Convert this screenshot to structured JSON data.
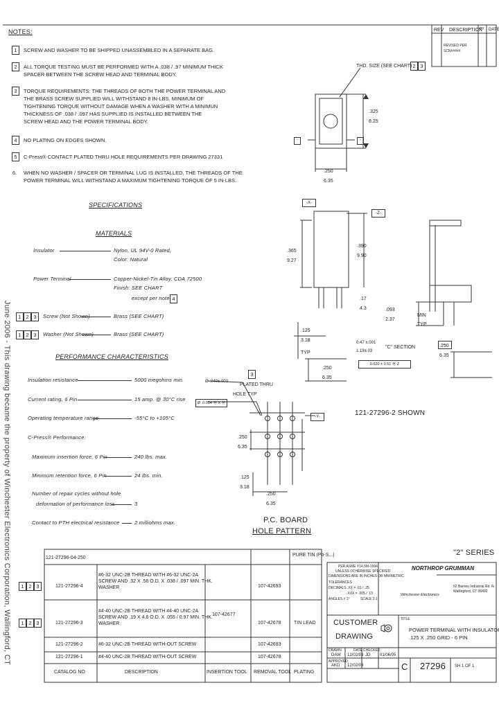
{
  "notes": {
    "heading": "NOTES:",
    "items": [
      {
        "num": "1",
        "lines": [
          "SCREW AND WASHER TO BE SHIPPED UNASSEMBLED IN A SEPARATE BAG."
        ]
      },
      {
        "num": "2",
        "lines": [
          "ALL TORQUE TESTING MUST BE PERFORMED WITH A .038 / .97 MINIMUM THICK",
          "SPACER BETWEEN THE SCREW HEAD AND TERMINAL BODY."
        ]
      },
      {
        "num": "3",
        "lines": [
          "TORQUE REQUIREMENTS:  THE THREADS OF BOTH THE POWER TERMINAL AND",
          "THE BRASS SCREW SUPPLIED WILL WITHSTAND 8 IN-LBS. MINIMUM OF",
          "TIGHTENING TORQUE WITHOUT DAMAGE WHEN A WASHER WITH A MINIMUN",
          "THICKNESS OF .038 / .097 HAS SUPPLIED IS INSTALLED BETWEEN THE",
          "SCREW HEAD AND THE POWER TERMINAL BODY."
        ]
      },
      {
        "num": "4",
        "lines": [
          "NO PLATING ON EDGES SHOWN."
        ]
      },
      {
        "num": "5",
        "lines": [
          "C-Press® CONTACT PLATED THRU HOLE REQUIREMENTS PER DRAWING 27331"
        ]
      },
      {
        "num": "6.",
        "lines": [
          "WHEN NO WASHER / SPACER OR TERMINAL LUG IS INSTALLED, THE THREADS OF THE",
          "POWER TERMINAL WILL WITHSTAND A MAXIMUM TIGHTENING TORQUE OF 5 IN-LBS."
        ]
      }
    ]
  },
  "rev_block": {
    "rev": "REV",
    "description": "DESCRIPTION",
    "by": "BY",
    "date": "DATE",
    "row_desc_1": "REVISED PER",
    "row_desc_2": "SCN#####"
  },
  "specs": {
    "title": "SPECIFICATIONS",
    "materials_title": "MATERIALS",
    "insulator_label": "Insulator",
    "insulator_value_1": "Nylon, UL 94V-0 Rated,",
    "insulator_value_2": "Color: Natural",
    "terminal_label": "Power Terminal",
    "terminal_value_1": "Copper-Nickel-Tin Alloy, CDA 72500",
    "terminal_value_2": "Finish: SEE CHART",
    "terminal_value_3": "except per note",
    "terminal_note_ref": "4",
    "screw_label": "Screw (Not Shown)",
    "screw_value": "Brass (SEE CHART)",
    "washer_label": "Washer (Not Shown)",
    "washer_value": "Brass (SEE CHART)",
    "ref1": "1",
    "ref2": "2",
    "ref3": "3"
  },
  "performance": {
    "title": "PERFORMANCE CHARACTERISTICS",
    "insulation_label": "Insulation resistance",
    "insulation_value": "5000 megohms min.",
    "current_label": "Current rating, 6 Pin",
    "current_value": "15 amp. @ 30°C rise",
    "temp_label": "Operating temperature range",
    "temp_value": "-55°C to +105°C",
    "cpress_label": "C-Press® Performance:",
    "insertion_label": "Maximum insertion force, 6 Pin",
    "insertion_value": "240 lbs. max.",
    "retention_label": "Minimum retention force, 6 Pin",
    "retention_value": "24 lbs. min.",
    "repair_label_1": "Number of repair cycles without hole",
    "repair_label_2": "deformation of performance loss",
    "repair_value": "3",
    "contact_label": "Contact to PTH electrical resistance",
    "contact_value": "2 milliohms max."
  },
  "drawing": {
    "thd_size": "THD. SIZE (SEE CHART)",
    "thd_ref1": "2",
    "thd_ref2": "3",
    "dim_325": ".325",
    "dim_825": "8.25",
    "dim_250": ".250",
    "dim_635": "6.35",
    "datum_x": "-X-",
    "datum_z": "-Z-",
    "datum_y": "-Y-",
    "dim_365": ".365",
    "dim_927": "9.27",
    "dim_390": ".390",
    "dim_990": "9.90",
    "dim_17": ".17",
    "dim_43": "4.3",
    "dim_093": ".093",
    "dim_237": "2.37",
    "min": "MIN",
    "typ": "TYP",
    "dim_125": ".125",
    "dim_318": "3.18",
    "dim_250b": ".250",
    "dim_635b": "6.35",
    "section_dim_1": "0.47 ±.001",
    "section_dim_2": "1.19±.03",
    "section_label": "\"C\" SECTION",
    "tol_box": "0.020 ± 0.51 Ⓜ Z",
    "dim_250c": ".250",
    "dim_635c": "6.35",
    "pth_label_1": "PLATED THRU",
    "pth_label_2": "HOLE TYP",
    "pth_ref": "3",
    "pth_dim": "Ø .040±.003",
    "pth_tol": "Ø .0.004 Ⓜ X Ⓜ",
    "shown_label": "121-27296-2 SHOWN",
    "pcb_dim_250": ".250",
    "pcb_dim_635": "6.35",
    "pcb_dim_125": ".125",
    "pcb_dim_318": "3.18",
    "pcb_dim_250b": ".250",
    "pcb_dim_635b": "6.35",
    "pcb_title_1": "P.C. BOARD",
    "pcb_title_2": "HOLE PATTERN"
  },
  "catalog": {
    "rows": [
      {
        "refs": [],
        "cat": "121-27296-04-250",
        "desc": "",
        "ins": "",
        "rem": "",
        "plat": "PURE TIN\n(Pb-S...)"
      },
      {
        "refs": [
          "1",
          "2",
          "3"
        ],
        "cat": "121-27296-4",
        "desc": "#6-32 UNC-2B THREAD WITH #6-32 UNC-2A\nSCREW AND .32 X .56 O.D. X .038 / .097 MIN. THK.\nWASHER",
        "ins": "",
        "rem": "107-42693",
        "plat": ""
      },
      {
        "refs": [
          "1",
          "2",
          "3"
        ],
        "cat": "121-27296-3",
        "desc": "#4-40 UNC-2B THREAD WITH #4-40 UNC-2A\nSCREW AND .19 X 4.6 O.D. X .055 / 0.97 MIN. THK.\nWASHER",
        "ins": "107-42677",
        "rem": "107-42678",
        "plat": "TIN LEAD"
      },
      {
        "refs": [],
        "cat": "121-27296-2",
        "desc": "#6-32 UNC-2B THREAD WITH-OUT SCREW",
        "ins": "",
        "rem": "107-42693",
        "plat": ""
      },
      {
        "refs": [],
        "cat": "121-27296-1",
        "desc": "#4-40 UNC-2B THREAD WITH-OUT SCREW",
        "ins": "",
        "rem": "107-42678",
        "plat": ""
      }
    ],
    "header_cat": "CATALOG NO",
    "header_desc": "DESCRIPTION",
    "header_ins": "INSERTION TOOL",
    "header_rem": "REMOVAL TOOL",
    "header_plat": "PLATING"
  },
  "title_block": {
    "series": "\"2\" SERIES",
    "company": "NORTHROP GRUMMAN",
    "unless_1": "PER ASME Y14.5M-1994",
    "unless_2": "UNLESS OTHERWISE SPECIFIED",
    "unless_3": "DIMENSIONS ARE IN INCHES OR MM/METRIC",
    "tolerances": "TOLERANCES",
    "tol_1": "DECIMALS  .XX = .01 / .25",
    "tol_2": ".XXX = .005 / .13",
    "angles": "ANGLES ± 1°",
    "scale": "SCALE 2:1",
    "winchester": "Winchester Electronics",
    "address_1": "62 Barnes Industrial Rd. N.",
    "address_2": "Wallingford, CT 06492",
    "customer": "CUSTOMER",
    "drawing": "DRAWING",
    "title_label": "TITLE",
    "title_1": "POWER TERMINAL WITH INSULATOR",
    "title_2": ".125 X .250 GRID - 6 PIN",
    "drawn": "DRAWN",
    "date": "DATE",
    "checked": "CHECKED",
    "drawn_by": "DAW",
    "drawn_date": "12/02/03",
    "checked_by": "JD",
    "checked_date": "01/06/05",
    "approved": "APPROVED",
    "approved_by": "AKD",
    "approved_date": "12/02/03",
    "size": "C",
    "dwg_no": "27296",
    "sheet": "SH 1 OF 1"
  },
  "side_note": "June 2006 - This drawing became the property of Winchester Electronics Corporation, Wallingford, CT"
}
